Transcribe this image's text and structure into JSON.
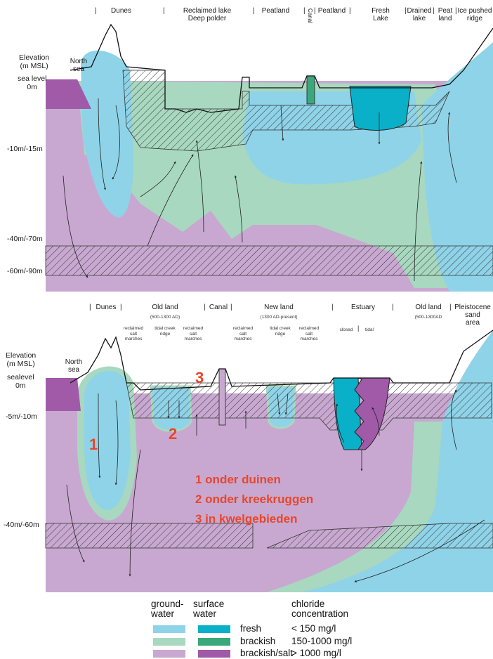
{
  "colors": {
    "gw_fresh": "#8fd3e8",
    "gw_brackish": "#a8d8c0",
    "gw_salt": "#c8a8d0",
    "sw_fresh": "#0ab0c8",
    "sw_brackish": "#3aa87a",
    "sw_salt": "#a05aa8",
    "hatch": "#333333",
    "note_red": "#e8462a"
  },
  "top": {
    "regions": [
      "Dunes",
      "Reclaimed lake\nDeep polder",
      "Peatland",
      "Canal",
      "Peatland",
      "Fresh\nLake",
      "Drained\nlake",
      "Peat\nland",
      "Ice pushed\nridge"
    ],
    "north_sea": "North\nsea",
    "elev_title": "Elevation\n(m MSL)",
    "sea_level": "sea level\n0m",
    "depths": [
      "-10m/-15m",
      "-40m/-70m",
      "-60m/-90m"
    ]
  },
  "bottom": {
    "regions": [
      "Dunes",
      "Old land",
      "Canal",
      "New land",
      "Estuary",
      "Old land",
      "Pleistocene\nsand\narea"
    ],
    "old_land_period": "(500-1300 AD)",
    "new_land_period": "(1300 AD-present)",
    "old_land_right_period": "(500-1300AD",
    "sub_old": [
      "reclaimed\nsalt\nmarches",
      "tidal creek\nridge",
      "reclaimed\nsalt\nmarches"
    ],
    "sub_new": [
      "reclaimed\nsalt\nmarches",
      "tidal creek\nridge",
      "reclaimed\nsalt\nmarches"
    ],
    "estuary_sub": [
      "closed",
      "tidal"
    ],
    "north_sea": "North\nsea",
    "elev_title": "Elevation\n(m MSL)",
    "sea_level": "sealevel\n0m",
    "depths": [
      "-5m/-10m",
      "-40m/-60m"
    ],
    "markers": [
      "1",
      "2",
      "3"
    ],
    "notes": [
      "1 onder duinen",
      "2 onder kreekruggen",
      "3 in kwelgebieden"
    ]
  },
  "legend": {
    "header_gw": "ground-\nwater",
    "header_sw": "surface\nwater",
    "header_cl": "chloride\nconcentration",
    "rows": [
      {
        "label": "fresh",
        "range": "< 150 mg/l"
      },
      {
        "label": "brackish",
        "range": "150-1000 mg/l"
      },
      {
        "label": "brackish/salt",
        "range": "> 1000 mg/l"
      }
    ]
  }
}
